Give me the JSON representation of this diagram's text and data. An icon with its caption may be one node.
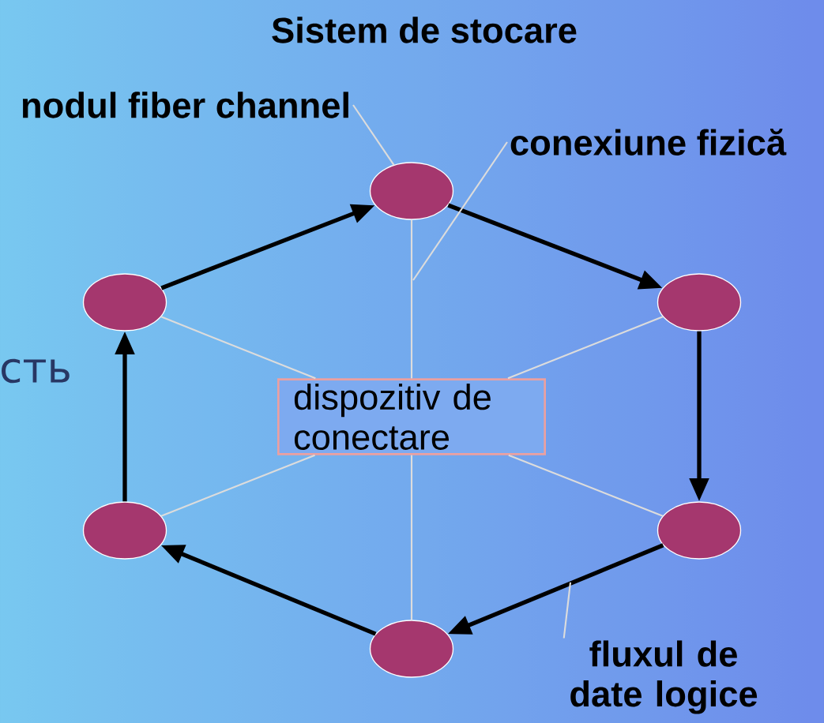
{
  "diagram": {
    "title": "Sistem de stocare",
    "nodes": [
      {
        "text": [],
        "shape": "ellipse"
      },
      {
        "text": [],
        "shape": "ellipse"
      },
      {
        "text": [],
        "shape": "ellipse"
      },
      {
        "text": [],
        "shape": "ellipse"
      },
      {
        "text": [],
        "shape": "ellipse"
      },
      {
        "text": [],
        "shape": "ellipse"
      },
      {
        "text": [
          "dispozitiv de conectare"
        ]
      },
      {
        "text": [
          "nodul fiber channel"
        ]
      },
      {
        "text": [
          "conexiune fizică"
        ]
      },
      {
        "text": [
          "fluxul de date logice"
        ]
      }
    ],
    "edges": [
      {
        "from": 5,
        "to": 0,
        "arrow": "to",
        "style": "thick",
        "color": "#000000"
      },
      {
        "from": 0,
        "to": 1,
        "arrow": "to",
        "style": "thick",
        "color": "#000000"
      },
      {
        "from": 1,
        "to": 2,
        "arrow": "to",
        "style": "thick",
        "color": "#000000"
      },
      {
        "from": 2,
        "to": 3,
        "arrow": "to",
        "style": "thick",
        "color": "#000000"
      },
      {
        "from": 3,
        "to": 4,
        "arrow": "to",
        "style": "thick",
        "color": "#000000"
      },
      {
        "from": 4,
        "to": 5,
        "arrow": "to",
        "style": "thick",
        "color": "#000000"
      },
      {
        "from": 0,
        "to": 6,
        "arrow": "none"
      },
      {
        "from": 1,
        "to": 6,
        "arrow": "none"
      },
      {
        "from": 2,
        "to": 6,
        "arrow": "none"
      },
      {
        "from": 3,
        "to": 6,
        "arrow": "none"
      },
      {
        "from": 4,
        "to": 6,
        "arrow": "none"
      },
      {
        "from": 5,
        "to": 6,
        "arrow": "none"
      },
      {
        "from": 7,
        "to": 0,
        "arrow": "none"
      },
      {
        "from": 8,
        "to": null,
        "arrow": "none"
      },
      {
        "from": 9,
        "to": null,
        "arrow": "none"
      }
    ],
    "labels": [
      "сть"
    ]
  }
}
